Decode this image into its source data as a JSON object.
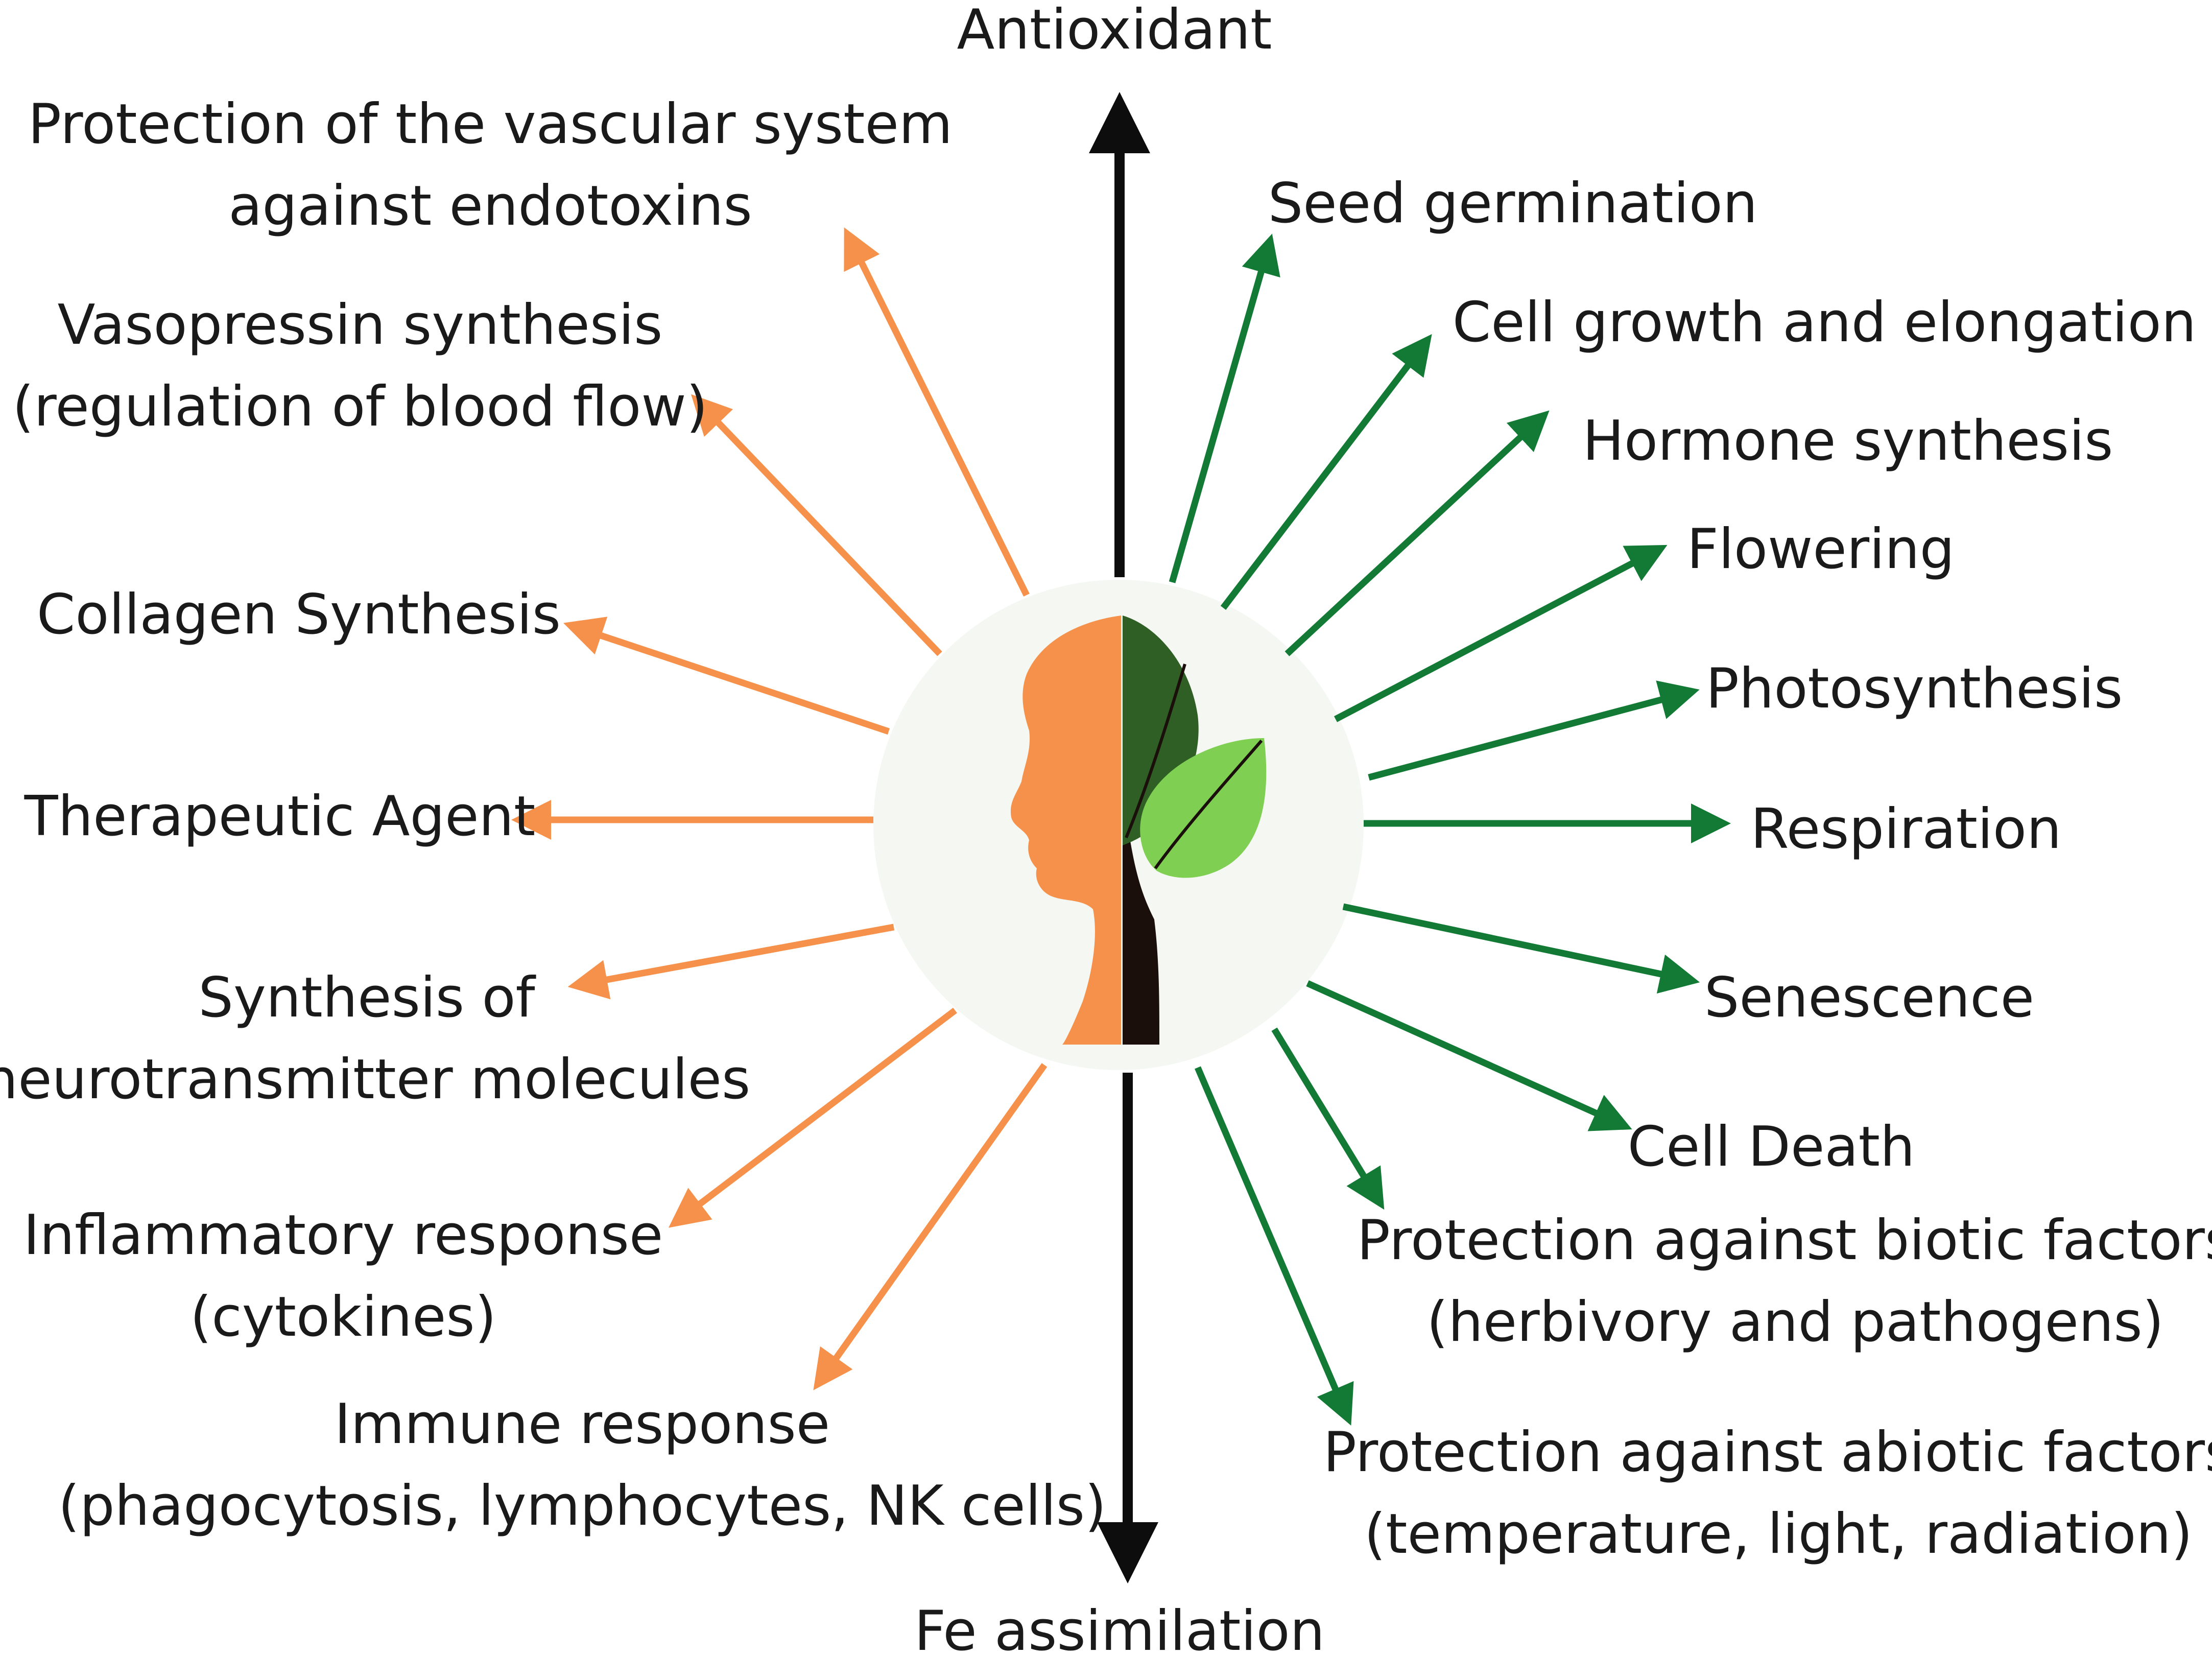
{
  "axis": {
    "top_label": "Antioxidant",
    "bottom_label": "Fe assimilation",
    "color": "#0d0d0d"
  },
  "colors": {
    "human": "#f5914a",
    "plant": "#137a35",
    "circle_bg": "#f4f7f2",
    "leaf_dark": "#2f5f24",
    "leaf_light": "#7fcf52",
    "trunk": "#1a0f0a"
  },
  "center_icon": "human-head-and-plant-icon",
  "human_effects": [
    {
      "lines": [
        "Protection of the vascular system",
        "against endotoxins"
      ]
    },
    {
      "lines": [
        "Vasopressin synthesis",
        "(regulation of blood flow)"
      ]
    },
    {
      "lines": [
        "Collagen Synthesis"
      ]
    },
    {
      "lines": [
        "Therapeutic Agent"
      ]
    },
    {
      "lines": [
        "Synthesis of",
        "neurotransmitter molecules"
      ]
    },
    {
      "lines": [
        "Inflammatory response",
        "(cytokines)"
      ]
    },
    {
      "lines": [
        "Immune response",
        "(phagocytosis, lymphocytes, NK cells)"
      ]
    }
  ],
  "plant_effects": [
    {
      "lines": [
        "Seed germination"
      ]
    },
    {
      "lines": [
        "Cell growth and elongation"
      ]
    },
    {
      "lines": [
        "Hormone synthesis"
      ]
    },
    {
      "lines": [
        "Flowering"
      ]
    },
    {
      "lines": [
        "Photosynthesis"
      ]
    },
    {
      "lines": [
        "Respiration"
      ]
    },
    {
      "lines": [
        "Senescence"
      ]
    },
    {
      "lines": [
        "Cell Death"
      ]
    },
    {
      "lines": [
        "Protection against biotic factors",
        "(herbivory and pathogens)"
      ]
    },
    {
      "lines": [
        "Protection against abiotic factors",
        "(temperature, light, radiation)"
      ]
    }
  ]
}
